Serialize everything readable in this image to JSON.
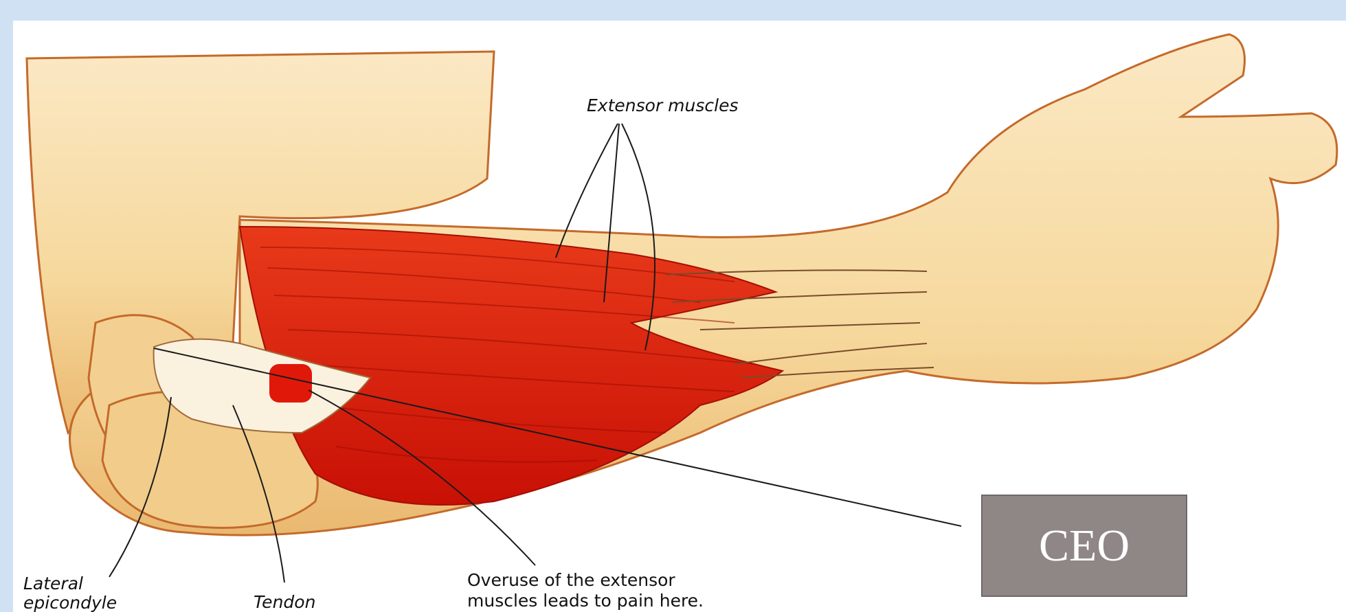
{
  "labels": {
    "extensor_muscles": "Extensor muscles",
    "lateral_line1": "Lateral",
    "lateral_line2": "epicondyle",
    "tendon": "Tendon",
    "overuse_line1": "Overuse of the extensor",
    "overuse_line2": "muscles leads to pain here."
  },
  "ceo_box": {
    "label": "CEO",
    "color": "#8f8686"
  },
  "colors": {
    "background": "#cfe1f2",
    "skin": "#f9e3b6",
    "muscle": "#e41b08",
    "tendon": "#fbf1df",
    "outline": "#c46a2a"
  }
}
